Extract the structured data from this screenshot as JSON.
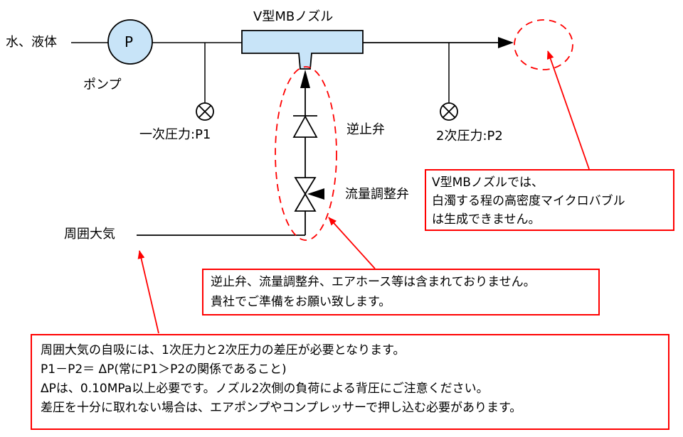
{
  "colors": {
    "accent_red": "#ff0000",
    "component_fill_blue": "#c8e4f8",
    "line_black": "#000000"
  },
  "labels": {
    "inlet": "水、液体",
    "pump_symbol": "P",
    "pump": "ポンプ",
    "primary_pressure": "一次圧力:P1",
    "nozzle": "V型MBノズル",
    "check_valve": "逆止弁",
    "flow_control_valve": "流量調整弁",
    "secondary_pressure": "2次圧力:P2",
    "ambient_air": "周囲大気"
  },
  "notes": {
    "nozzle_limitation": {
      "lines": [
        "V型MBノズルでは、",
        "白濁する程の高密度マイクロバブル",
        "は生成できません。"
      ]
    },
    "not_included": {
      "lines": [
        "逆止弁、流量調整弁、エアホース等は含まれておりません。",
        "貴社でご準備をお願い致します。"
      ]
    },
    "pressure_requirement": {
      "lines": [
        "周囲大気の自吸には、1次圧力と2次圧力の差圧が必要となります。",
        "P1－P2＝ ΔP(常にP1＞P2の関係であること)",
        "ΔPは、0.10MPa以上必要です。ノズル2次側の負荷による背圧にご注意ください。",
        "差圧を十分に取れない場合は、エアポンプやコンプレッサーで押し込む必要があります。"
      ]
    }
  }
}
